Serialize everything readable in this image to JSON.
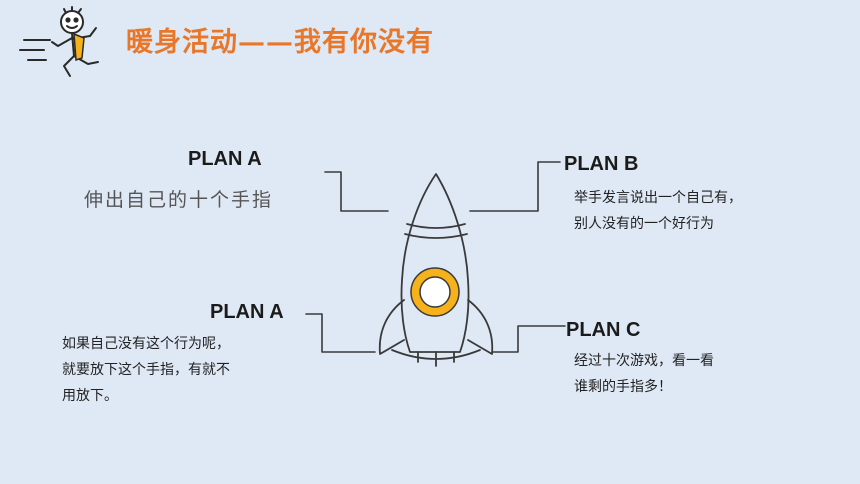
{
  "slide": {
    "title": "暖身活动——我有你没有",
    "plan_a_top": {
      "heading": "PLAN A",
      "text": "伸出自己的十个手指"
    },
    "plan_b": {
      "heading": "PLAN B",
      "lines": [
        "举手发言说出一个自己有，",
        "别人没有的一个好行为"
      ]
    },
    "plan_a_bottom": {
      "heading": "PLAN A",
      "lines": [
        "如果自己没有这个行为呢，",
        "就要放下这个手指，有就不",
        "用放下。"
      ]
    },
    "plan_c": {
      "heading": "PLAN C",
      "lines": [
        "经过十次游戏，看一看",
        "谁剩的手指多！"
      ]
    }
  },
  "colors": {
    "background": "#dfe9f5",
    "title": "#e9772a",
    "rocket_window": "#f5b21b",
    "outline": "#3a3a3a"
  },
  "icons": {
    "mascot": "running-mascot-icon",
    "rocket": "rocket-icon"
  }
}
